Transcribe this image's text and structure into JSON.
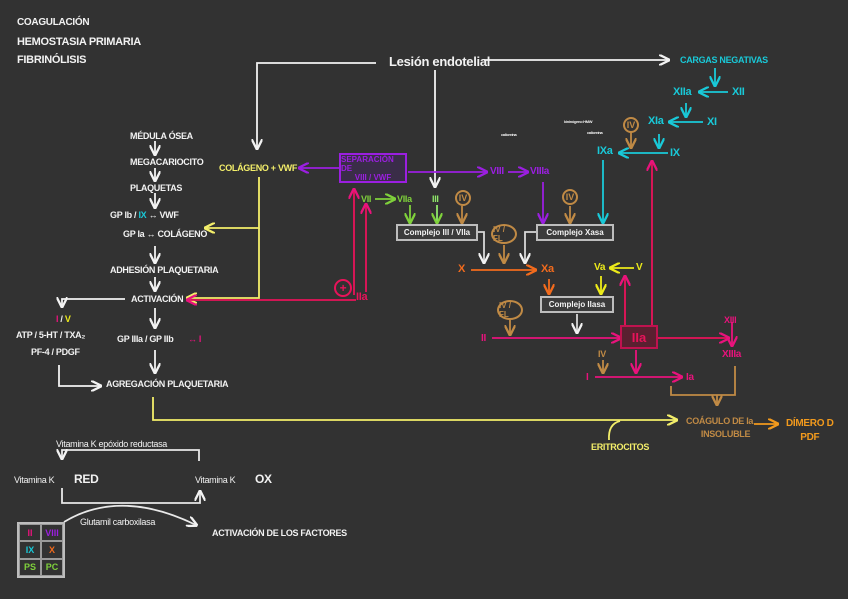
{
  "menu": {
    "items": [
      "COAGULACIÓN",
      "HEMOSTASIA PRIMARIA",
      "FIBRINÓLISIS"
    ]
  },
  "colors": {
    "background": "#323232",
    "white": "#f2f2f2",
    "collagen_yellow": "#f3ee6a",
    "factor_viii_purple": "#9b1fe0",
    "factor_vii_green": "#7fd13b",
    "contact_cyan": "#19c9d8",
    "factor_x_orange": "#f26b1d",
    "thrombin_magenta": "#e8137c",
    "calcium_brown": "#c08a45",
    "degradation_orange": "#f29a1d",
    "factor_v_yellow": "#ecea1a"
  },
  "trigger": {
    "label": "Lesión endotelial"
  },
  "platelet": {
    "medula": "MÉDULA ÓSEA",
    "megacariocito": "MEGACARIOCITO",
    "plaquetas": "PLAQUETAS",
    "gp1b_prefix": "GP Ib /",
    "gp1b_ix": "IX",
    "gp1b_suffix": "↔ VWF",
    "gp1a": "GP Ia ↔ COLÁGENO",
    "adhesion": "ADHESIÓN PLAQUETARIA",
    "activacion": "ACTIVACIÓN",
    "granules_i": "I",
    "granules_sep": "/",
    "granules_v": "V",
    "mediators_1": "ATP / 5-HT / TXA₂",
    "mediators_2": "PF-4 / PDGF",
    "gp2b3a": "GP IIIa / GP IIb",
    "gp2b3a_ligand": "↔ I",
    "agregacion": "AGREGACIÓN PLAQUETARIA"
  },
  "collagen": {
    "label": "COLÁGENO + VWF"
  },
  "separation": {
    "line1": "SEPARACIÓN DE",
    "line2": "VIII / VWF"
  },
  "contact": {
    "cargas": "CARGAS NEGATIVAS",
    "xii": "XII",
    "xiia": "XIIa",
    "xi": "XI",
    "xia": "XIa",
    "ix": "IX",
    "ixa": "IXa",
    "note1": "kininógeno HMW",
    "note2": "calicreína",
    "note3": "calicreína"
  },
  "extrinsic": {
    "vii": "VII",
    "viia": "VIIa",
    "iii": "III",
    "viii": "VIII",
    "viiia": "VIIIa",
    "complejo_iii_viia": "Complejo III / VIIa",
    "complejo_xasa": "Complejo Xasa",
    "x": "X",
    "xa": "Xa",
    "v": "V",
    "va": "Va",
    "complejo_iiasa": "Complejo IIasa",
    "ii": "II",
    "iia": "IIa",
    "iia_feedback": "IIa",
    "plus": "+",
    "xiii": "XIII",
    "xiiia": "XIIIa",
    "i": "I",
    "ia": "Ia",
    "ca": "IV",
    "ca_fl": "IV / FL"
  },
  "outcome": {
    "clot": "COÁGULO DE Ia INSOLUBLE",
    "clot_line1": "COÁGULO DE Ia",
    "clot_line2": "INSOLUBLE",
    "eritrocitos": "ERITROCITOS",
    "dimero_1": "DÍMERO D",
    "dimero_2": "PDF"
  },
  "vitamin_k": {
    "reductase": "Vitamina K epóxido reductasa",
    "red_label": "Vitamina K",
    "red_state": "RED",
    "ox_label": "Vitamina K",
    "ox_state": "OX",
    "carboxylase": "Glutamil carboxilasa",
    "activation": "ACTIVACIÓN DE LOS FACTORES",
    "factors": [
      {
        "label": "II",
        "color": "#e8137c"
      },
      {
        "label": "VIII",
        "color": "#9b1fe0"
      },
      {
        "label": "IX",
        "color": "#19c9d8"
      },
      {
        "label": "X",
        "color": "#f26b1d"
      },
      {
        "label": "PS",
        "color": "#7fd13b"
      },
      {
        "label": "PC",
        "color": "#7fd13b"
      }
    ]
  }
}
